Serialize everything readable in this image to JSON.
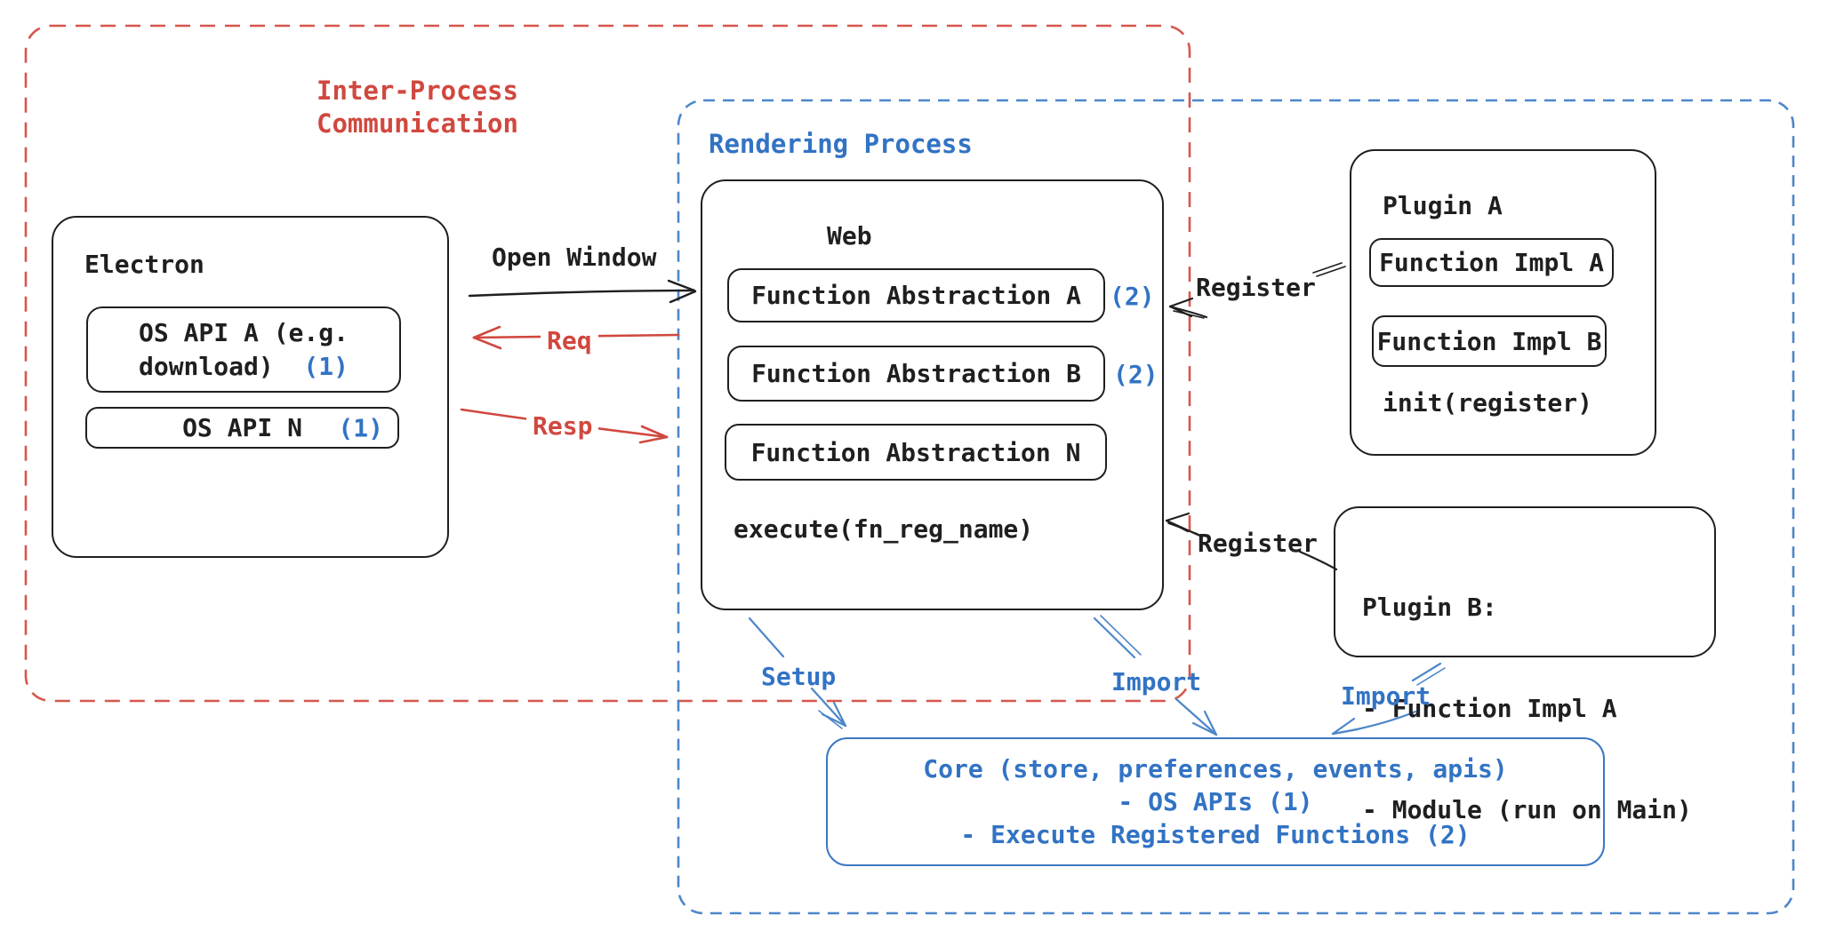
{
  "colors": {
    "ink": "#1f1f1f",
    "red": "#d0483f",
    "red_dash": "#d6564d",
    "blue": "#3273c4",
    "blue_dash": "#4d86c9",
    "core_border": "#3b78c2",
    "background": "#ffffff"
  },
  "ipc_region": {
    "label_line1": "Inter-Process",
    "label_line2": "Communication"
  },
  "rendering_region": {
    "label": "Rendering Process"
  },
  "electron": {
    "title": "Electron",
    "api_a": {
      "line1": "OS API A (e.g.",
      "line2": "download)",
      "badge": "(1)"
    },
    "api_n": {
      "label": "OS API N",
      "badge": "(1)"
    }
  },
  "web": {
    "title": "Web",
    "fa_a": "Function Abstraction A",
    "fa_a_badge": "(2)",
    "fa_b": "Function Abstraction B",
    "fa_b_badge": "(2)",
    "fa_n": "Function Abstraction N",
    "execute": "execute(fn_reg_name)"
  },
  "plugin_a": {
    "title": "Plugin A",
    "impl_a": "Function Impl A",
    "impl_b": "Function Impl B",
    "init": "init(register)"
  },
  "plugin_b": {
    "title": "Plugin B:",
    "item1": "- Function Impl A",
    "item2": "- Module (run on Main)"
  },
  "core": {
    "line1": "Core (store, preferences, events, apis)",
    "line2": "- OS APIs (1)",
    "line3": "- Execute Registered Functions (2)"
  },
  "arrows": {
    "open_window": "Open Window",
    "req": "Req",
    "resp": "Resp",
    "register_a": "Register",
    "register_b": "Register",
    "setup": "Setup",
    "import_web": "Import",
    "import_plugin": "Import"
  }
}
